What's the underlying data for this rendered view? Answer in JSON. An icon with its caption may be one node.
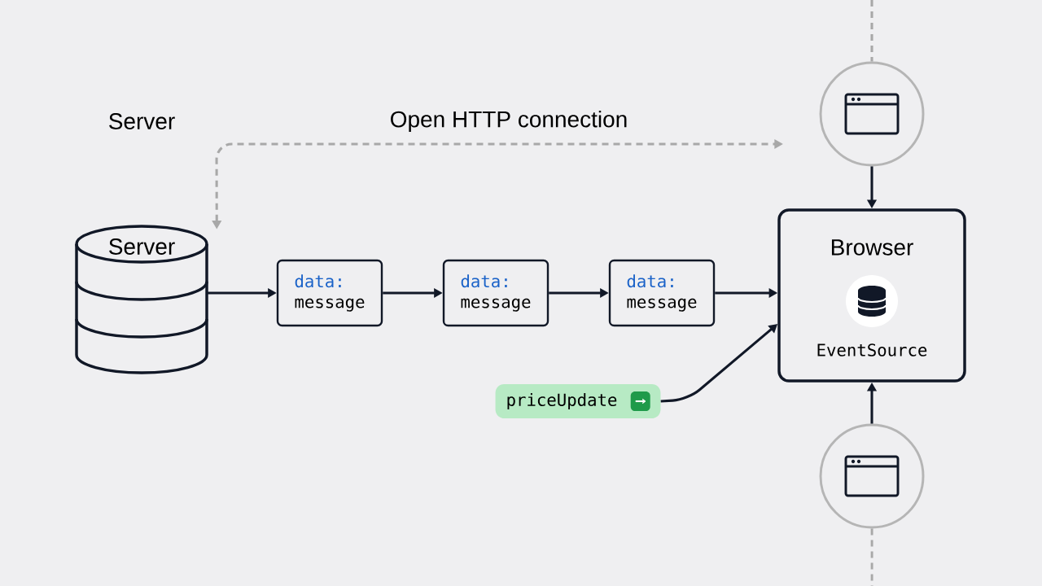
{
  "diagram": {
    "nodes": [
      {
        "text": [
          "Server"
        ]
      },
      {
        "text": [
          "data:",
          "message"
        ]
      },
      {
        "text": [
          "data:",
          "message"
        ]
      },
      {
        "text": [
          "data:",
          "message"
        ]
      },
      {
        "text": [
          "Browser",
          "EventSource"
        ]
      },
      {
        "text": [
          "priceUpdate"
        ]
      },
      {
        "text": [],
        "shape": "circle"
      },
      {
        "text": [],
        "shape": "circle"
      }
    ],
    "edges": [
      {
        "from": 0,
        "to": 1,
        "arrow": "to"
      },
      {
        "from": 1,
        "to": 2,
        "arrow": "to"
      },
      {
        "from": 2,
        "to": 3,
        "arrow": "to"
      },
      {
        "from": 3,
        "to": 4,
        "arrow": "to"
      },
      {
        "from": 5,
        "to": 4,
        "arrow": "to"
      },
      {
        "from": 6,
        "to": 4,
        "arrow": "to"
      },
      {
        "from": 7,
        "to": 4,
        "arrow": "to"
      },
      {
        "from": null,
        "to": 6,
        "arrow": "none",
        "style": "dashed",
        "color": "#a8a8a8"
      },
      {
        "from": 7,
        "to": null,
        "arrow": "none",
        "style": "dashed",
        "color": "#a8a8a8"
      },
      {
        "from": 0,
        "to": null,
        "arrow": "both",
        "label": "Open HTTP connection",
        "style": "dashed",
        "color": "#a8a8a8"
      }
    ],
    "labels": [
      "Server"
    ]
  }
}
